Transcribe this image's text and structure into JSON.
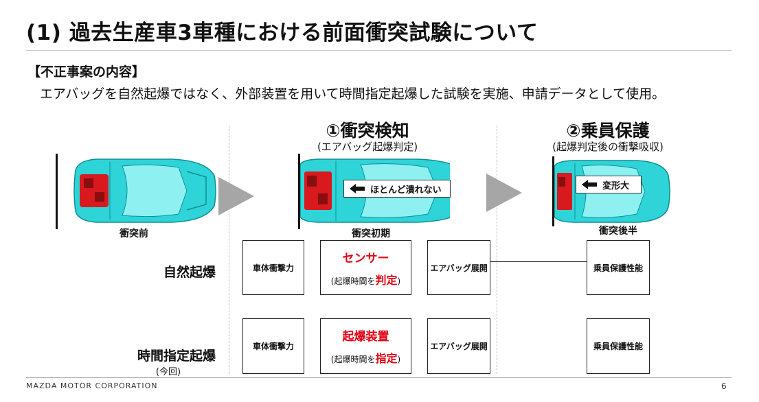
{
  "header": {
    "title": "(1) 過去生産車3車種における前面衝突試験について",
    "heading": "【不正事案の内容】",
    "description": "エアバッグを自然起爆ではなく、外部装置を用いて時間指定起爆した試験を実施、申請データとして使用。"
  },
  "phases": {
    "detect": {
      "title": "①衝突検知",
      "subtitle": "(エアバッグ起爆判定)"
    },
    "protect": {
      "title": "②乗員保護",
      "subtitle": "(起爆判定後の衝撃吸収)"
    }
  },
  "stages": {
    "before": "衝突前",
    "initial": "衝突初期",
    "late": "衝突後半"
  },
  "callouts": {
    "initial": "ほとんど潰れない",
    "late": "変形大"
  },
  "rows": {
    "natural": {
      "label": "自然起爆",
      "force": "車体衝撃力",
      "device": "センサー",
      "device_paren_pre": "(起爆時間を",
      "device_paren_em": "判定",
      "device_paren_post": ")",
      "deploy": "エアバッグ展開",
      "result": "乗員保護性能"
    },
    "timed": {
      "label": "時間指定起爆",
      "note": "(今回)",
      "force": "車体衝撃力",
      "device": "起爆装置",
      "device_paren_pre": "(起爆時間を",
      "device_paren_em": "指定",
      "device_paren_post": ")",
      "deploy": "エアバッグ展開",
      "result": "乗員保護性能"
    }
  },
  "colors": {
    "accent_red": "#e60012",
    "car_body": "#2fd4d8",
    "engine": "#d8191e",
    "arrow_grey": "#a6a6a6"
  },
  "footer": {
    "company": "MAZDA MOTOR CORPORATION",
    "page": "6"
  }
}
